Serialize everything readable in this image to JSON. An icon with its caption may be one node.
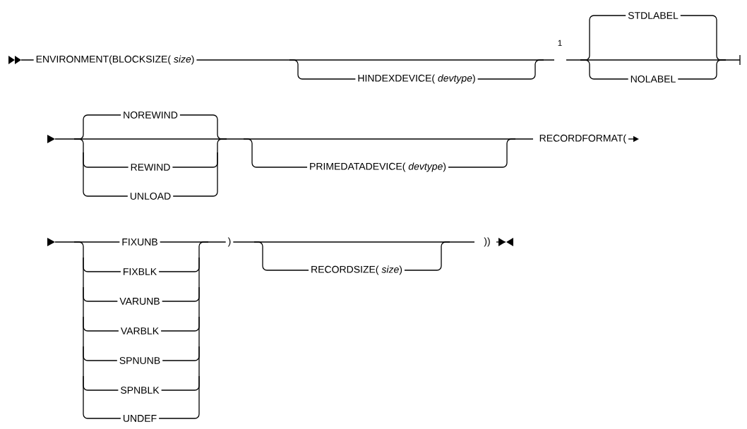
{
  "diagram": {
    "labels": [
      "ENVIRONMENT(BLOCKSIZE( *size*)",
      "HINDEXDEVICE( *devtype*)",
      "1",
      "STDLABEL",
      "NOLABEL",
      "NOREWIND",
      "REWIND",
      "UNLOAD",
      "PRIMEDATADEVICE( *devtype*)",
      "RECORDFORMAT(",
      "FIXUNB",
      "FIXBLK",
      "VARUNB",
      "VARBLK",
      "SPNUNB",
      "SPNBLK",
      "UNDEF",
      ")",
      "RECORDSIZE( *size*)",
      "))"
    ]
  }
}
